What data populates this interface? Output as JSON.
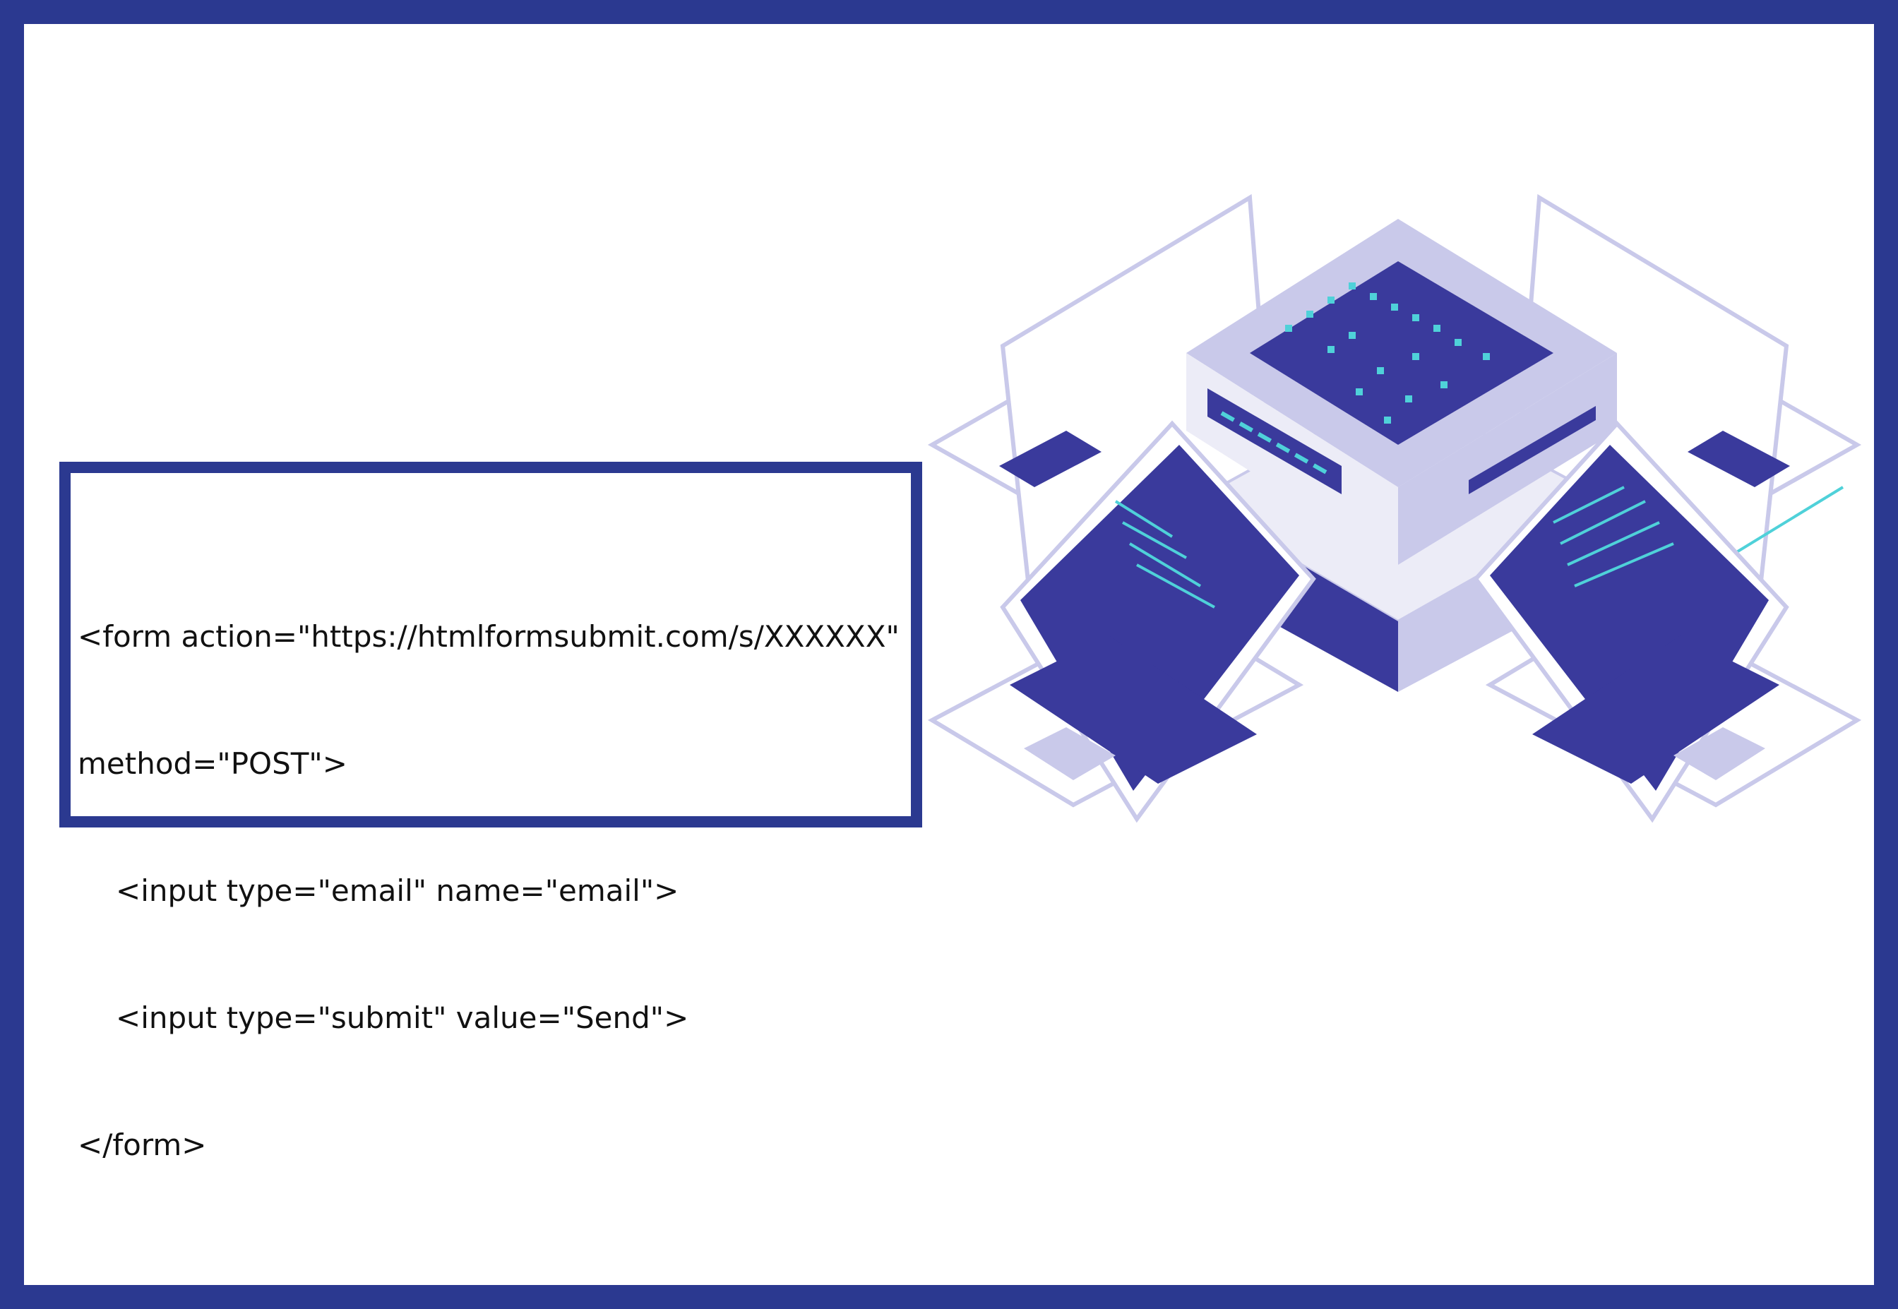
{
  "code_snippet": {
    "lines": [
      "<form action=\"https://htmlformsubmit.com/s/XXXXXX\"",
      "method=\"POST\">",
      "<input type=\"email\" name=\"email\">",
      "<input type=\"submit\" value=\"Send\">",
      "</form>"
    ]
  },
  "illustration": {
    "icon": "server-network-laptops-icon",
    "colors": {
      "frame": "#2b3990",
      "panel_dark": "#3a3a9c",
      "panel_light": "#c9c9ea",
      "accent": "#4fd1d9"
    }
  }
}
